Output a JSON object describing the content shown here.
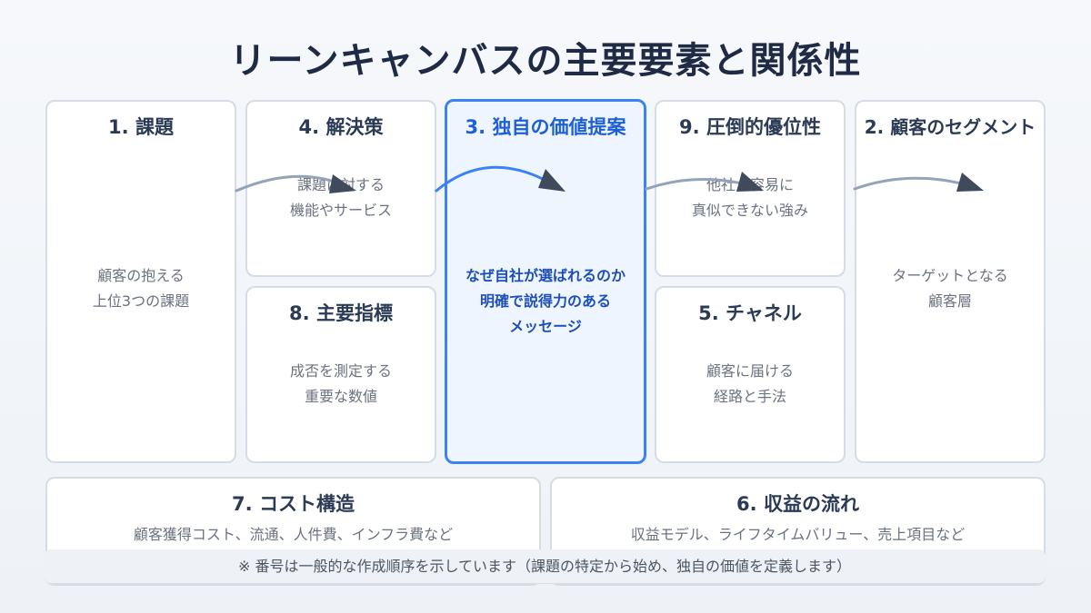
{
  "title": "リーンキャンバスの主要要素と関係性",
  "cards": {
    "problem": {
      "heading": "1. 課題",
      "lines": [
        "顧客の抱える",
        "上位3つの課題"
      ]
    },
    "solution": {
      "heading": "4. 解決策",
      "lines": [
        "課題に対する",
        "機能やサービス"
      ]
    },
    "key_metrics": {
      "heading": "8. 主要指標",
      "lines": [
        "成否を測定する",
        "重要な数値"
      ]
    },
    "uvp": {
      "heading": "3. 独自の価値提案",
      "lines": [
        "なぜ自社が選ばれるのか",
        "明確で説得力のある",
        "メッセージ"
      ]
    },
    "unfair_advantage": {
      "heading": "9. 圧倒的優位性",
      "lines": [
        "他社が容易に",
        "真似できない強み"
      ]
    },
    "channels": {
      "heading": "5. チャネル",
      "lines": [
        "顧客に届ける",
        "経路と手法"
      ]
    },
    "segments": {
      "heading": "2. 顧客のセグメント",
      "lines": [
        "ターゲットとなる",
        "顧客層"
      ]
    },
    "cost": {
      "heading": "7. コスト構造",
      "lines": [
        "顧客獲得コスト、流通、人件費、インフラ費など"
      ]
    },
    "revenue": {
      "heading": "6. 収益の流れ",
      "lines": [
        "収益モデル、ライフタイムバリュー、売上項目など"
      ]
    }
  },
  "note": "※ 番号は一般的な作成順序を示しています（課題の特定から始め、独自の価値を定義します）",
  "colors": {
    "accent": "#3b82f6",
    "arrow_gray": "#94a3b8",
    "arrowhead": "#3f4a5c",
    "title": "#1f2a44"
  }
}
